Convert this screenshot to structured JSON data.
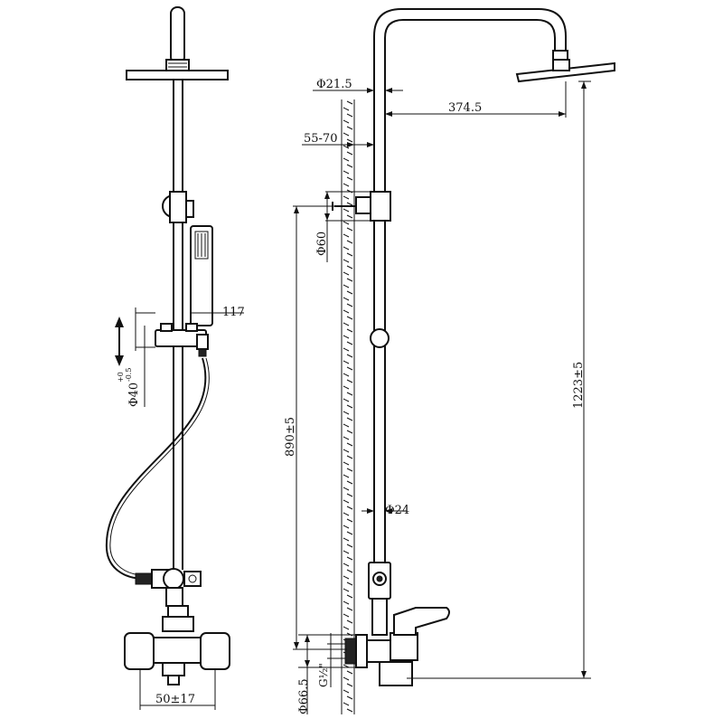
{
  "dimensions": {
    "d_21_5": "Φ21.5",
    "d_374_5": "374.5",
    "d_55_70": "55-70",
    "d_60": "Φ60",
    "d_117": "117",
    "d_40": "Φ40",
    "d_40_tol_top": "+0",
    "d_40_tol_bot": "-0.5",
    "d_890": "890±5",
    "d_1223": "1223±5",
    "d_24": "Φ24",
    "d_66_5": "Φ66.5",
    "d_g12": "G½\"",
    "d_50_17": "50±17"
  }
}
